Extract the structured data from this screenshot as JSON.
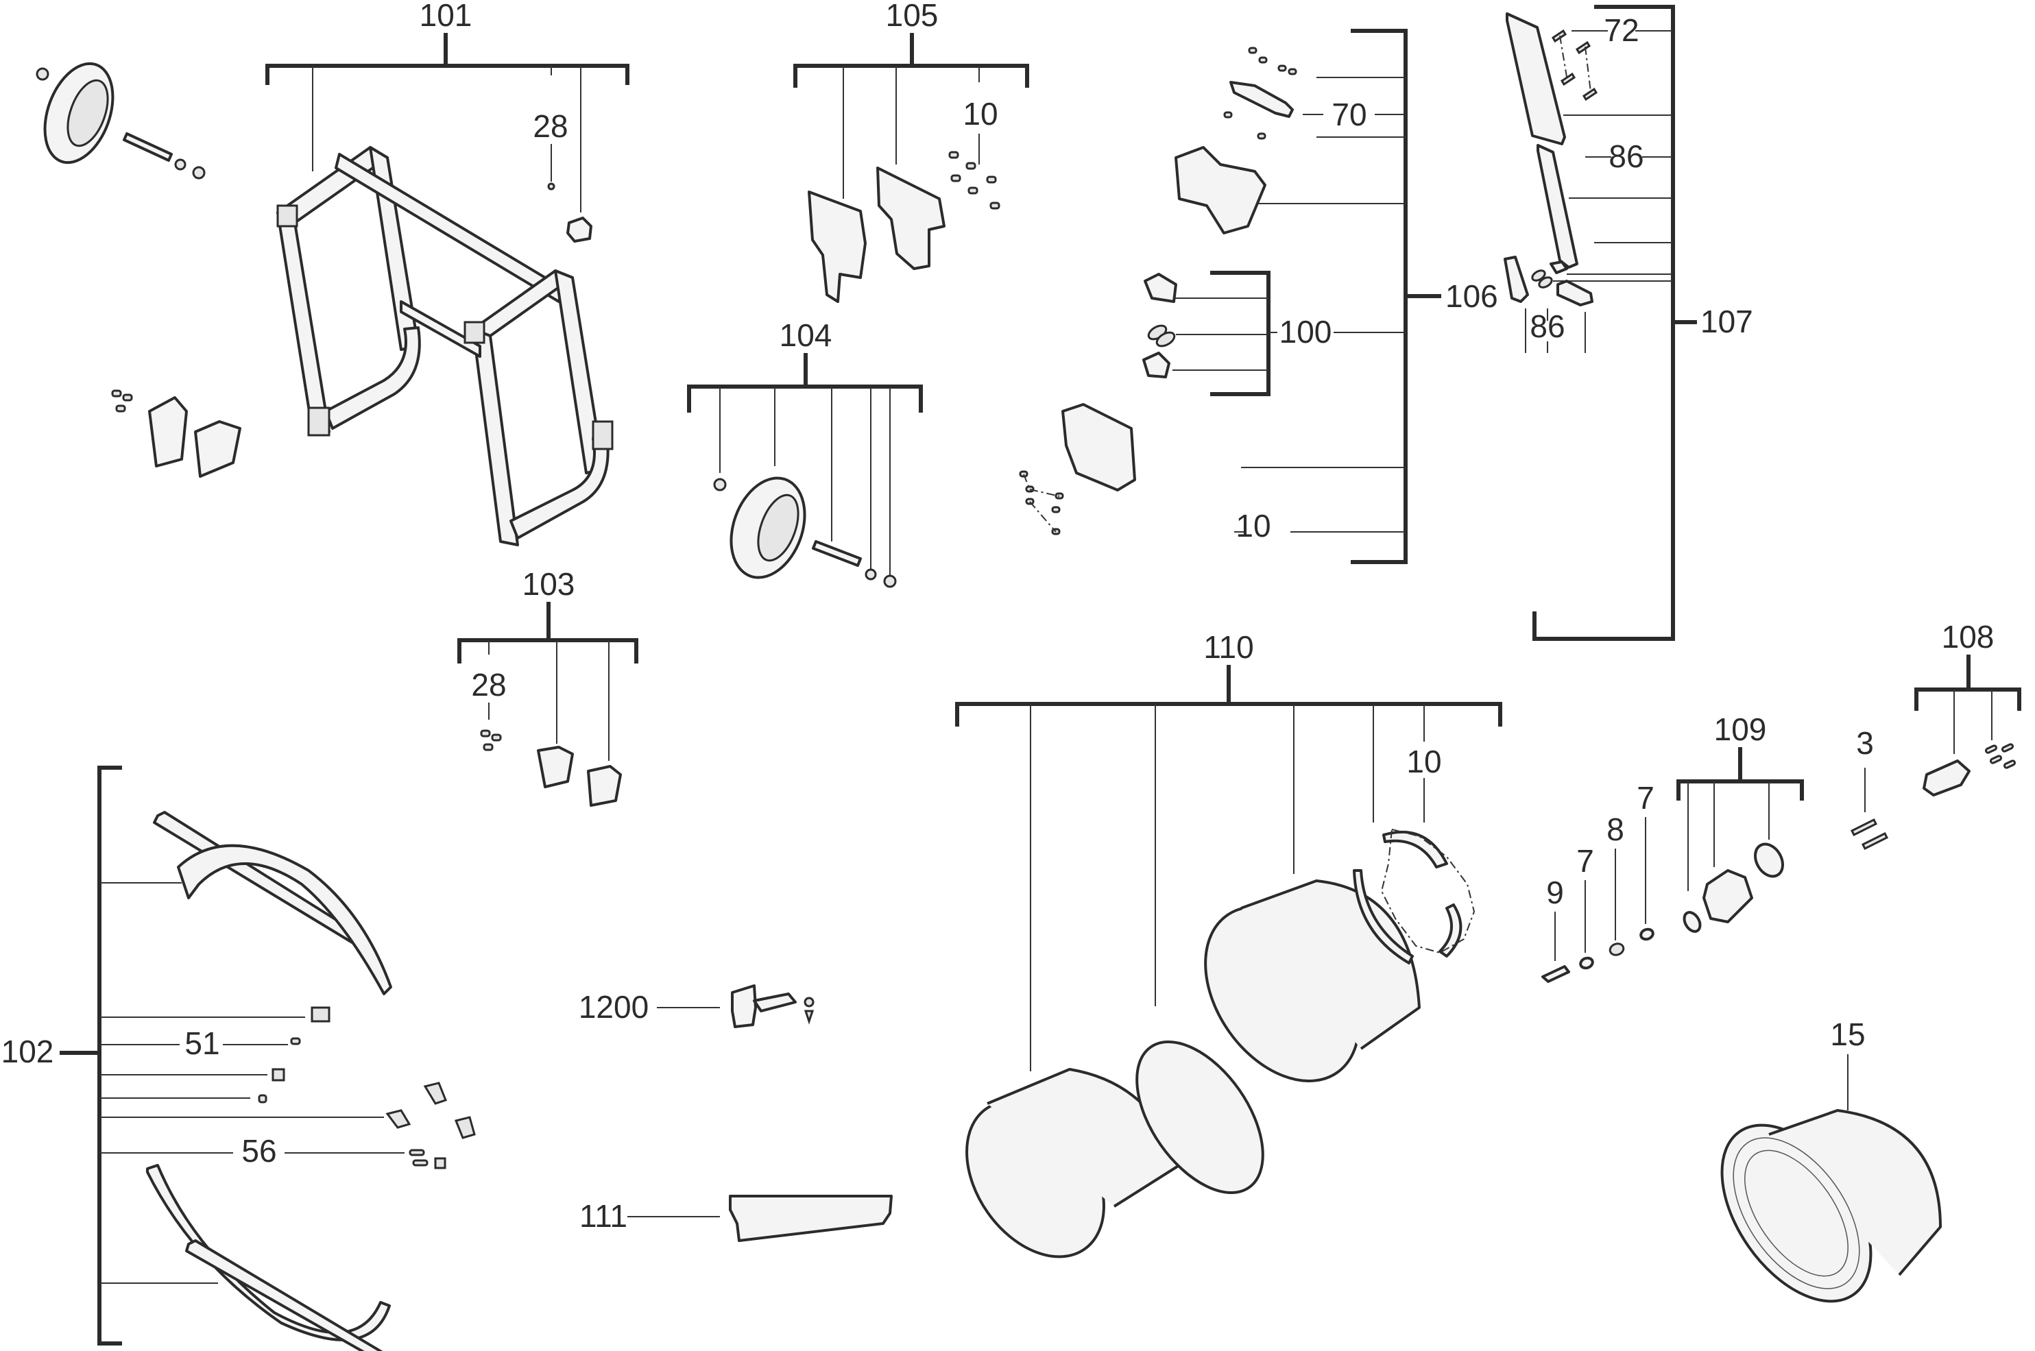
{
  "diagram": {
    "type": "exploded-parts-view",
    "colors": {
      "line": "#2b2b2b",
      "background": "#ffffff"
    },
    "groups": [
      {
        "id": "101",
        "label": "101",
        "sub_labels": [
          "28"
        ]
      },
      {
        "id": "105",
        "label": "105",
        "sub_labels": [
          "10"
        ]
      },
      {
        "id": "104",
        "label": "104",
        "sub_labels": []
      },
      {
        "id": "103",
        "label": "103",
        "sub_labels": [
          "28"
        ]
      },
      {
        "id": "106",
        "label": "106",
        "sub_labels": [
          "70",
          "100",
          "10"
        ]
      },
      {
        "id": "107",
        "label": "107",
        "sub_labels": [
          "72",
          "86",
          "86"
        ]
      },
      {
        "id": "102",
        "label": "102",
        "sub_labels": [
          "51",
          "56"
        ]
      },
      {
        "id": "110",
        "label": "110",
        "sub_labels": [
          "10"
        ]
      },
      {
        "id": "109",
        "label": "109",
        "sub_labels": []
      },
      {
        "id": "108",
        "label": "108",
        "sub_labels": []
      }
    ],
    "single_parts": [
      {
        "id": "1200",
        "label": "1200",
        "icon": "oil-can-icon"
      },
      {
        "id": "111",
        "label": "111"
      },
      {
        "id": "9",
        "label": "9"
      },
      {
        "id": "7a",
        "label": "7"
      },
      {
        "id": "8",
        "label": "8"
      },
      {
        "id": "7b",
        "label": "7"
      },
      {
        "id": "3",
        "label": "3"
      },
      {
        "id": "15",
        "label": "15"
      }
    ]
  }
}
